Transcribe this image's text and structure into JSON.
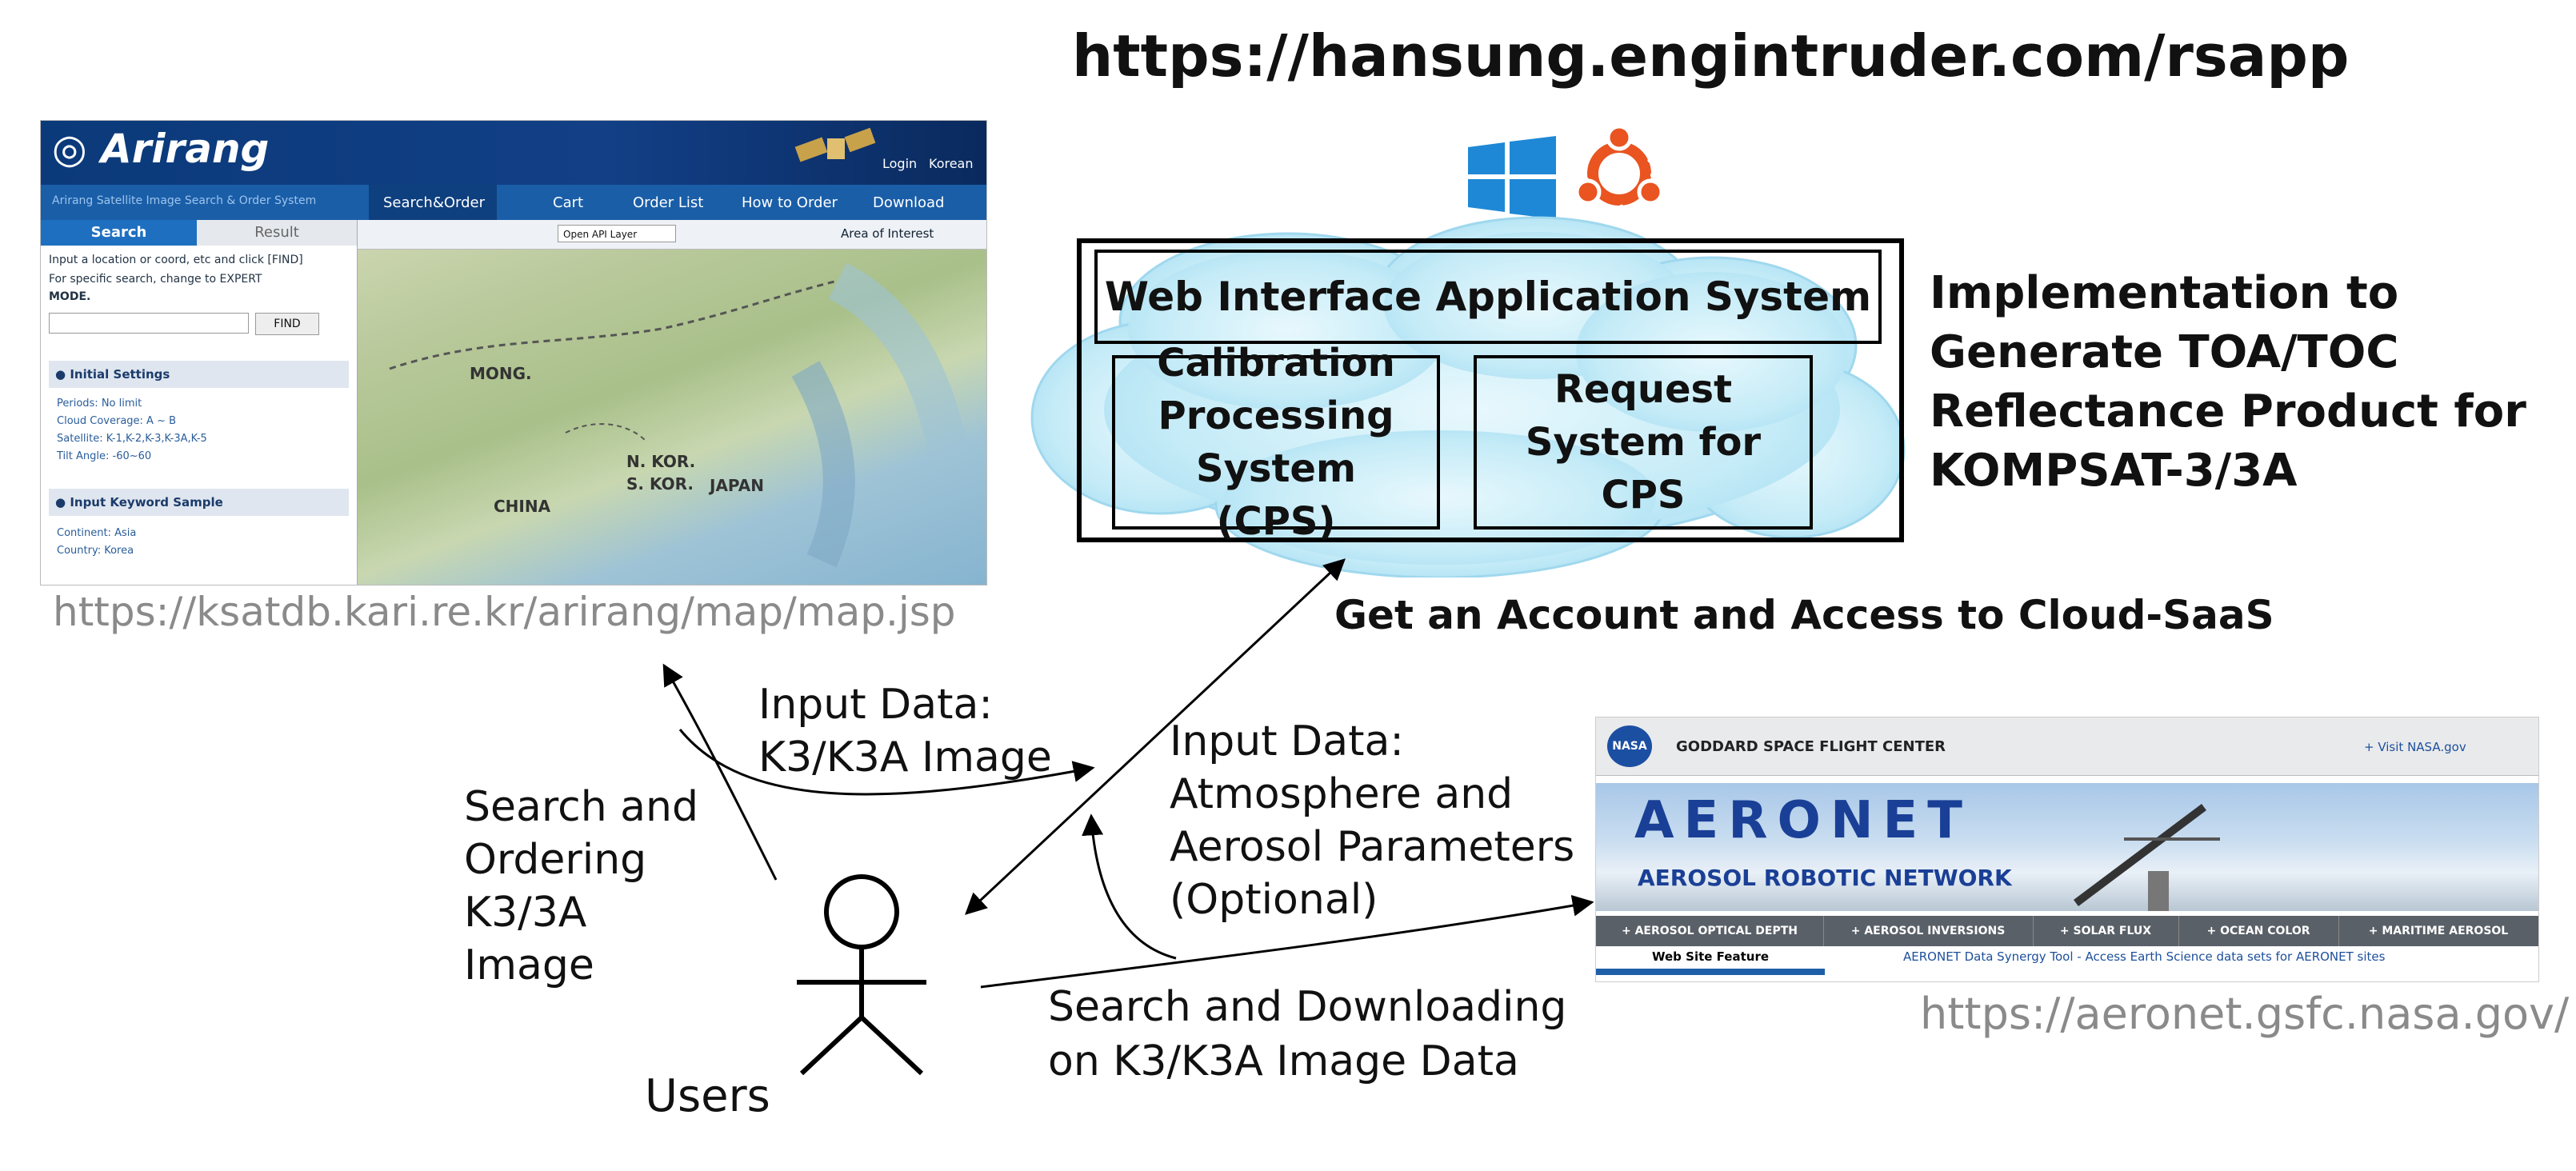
{
  "header": {
    "url": "https://hansung.engintruder.com/rsapp"
  },
  "icons": {
    "windows": "windows-logo-icon",
    "ubuntu": "ubuntu-logo-icon",
    "windows_color": "#1e88d6",
    "ubuntu_color": "#e95420"
  },
  "system": {
    "web_interface": "Web Interface Application System",
    "cps": "Calibration Processing System (CPS)",
    "request": "Request System for CPS",
    "implementation": "Implementation to Generate TOA/TOC Reflectance Product for KOMPSAT-3/3A",
    "account": "Get an Account and Access to Cloud-SaaS",
    "cloud_color": "#bfe6f5"
  },
  "arirang": {
    "logo": "Arirang",
    "login": "Login",
    "korean": "Korean",
    "subtitle": "Arirang Satellite Image Search & Order System",
    "nav": [
      "Search&Order",
      "Cart",
      "Order List",
      "How to Order",
      "Download"
    ],
    "tab_search": "Search",
    "tab_result": "Result",
    "hint_1": "Input a location or coord, etc and click [FIND]",
    "hint_2": "For specific search, change to EXPERT",
    "hint_3": "MODE.",
    "find_button": "FIND",
    "initial_settings": "Initial Settings",
    "settings": [
      "Periods: No limit",
      "Cloud Coverage: A ~ B",
      "Satellite: K-1,K-2,K-3,K-3A,K-5",
      "Tilt Angle: -60~60"
    ],
    "keyword_sample": "Input Keyword Sample",
    "keywords": [
      "Continent: Asia",
      "Country: Korea"
    ],
    "layer_select": "Open API Layer",
    "area_of_interest": "Area of Interest",
    "map_labels": [
      "MONG.",
      "N. KOR.",
      "S. KOR.",
      "JAPAN",
      "CHINA"
    ],
    "url": "https://ksatdb.kari.re.kr/arirang/map/map.jsp"
  },
  "aeronet": {
    "nasa": "NASA",
    "center": "GODDARD SPACE FLIGHT CENTER",
    "visit": "+ Visit NASA.gov",
    "title": "AERONET",
    "subtitle": "AEROSOL ROBOTIC NETWORK",
    "menu": [
      "+ AEROSOL OPTICAL DEPTH",
      "+ AEROSOL INVERSIONS",
      "+ SOLAR FLUX",
      "+ OCEAN COLOR",
      "+ MARITIME AEROSOL"
    ],
    "feature": "Web Site Feature",
    "synergy": "AERONET Data Synergy Tool - Access Earth Science data sets for AERONET sites",
    "url": "https://aeronet.gsfc.nasa.gov/"
  },
  "labels": {
    "input_k3": [
      "Input Data:",
      "K3/K3A Image"
    ],
    "search_order": [
      "Search and",
      "Ordering",
      "K3/3A",
      "Image"
    ],
    "input_atm": [
      "Input Data:",
      "Atmosphere and",
      "Aerosol Parameters",
      "(Optional)"
    ],
    "search_download": [
      "Search and Downloading",
      "on K3/K3A Image Data"
    ],
    "users": "Users"
  }
}
